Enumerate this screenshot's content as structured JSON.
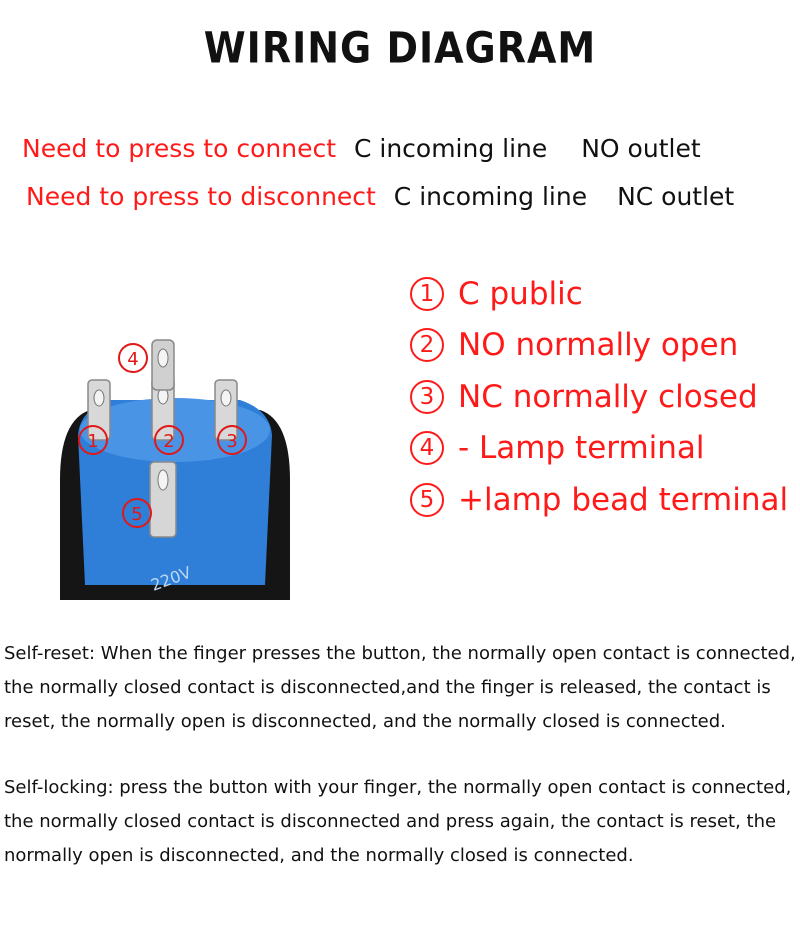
{
  "title": "WIRING DIAGRAM",
  "rules": [
    {
      "condition": "Need to press to connect",
      "incoming": "C incoming line",
      "outlet": "NO outlet"
    },
    {
      "condition": "Need to press to disconnect",
      "incoming": "C incoming line",
      "outlet": "NC outlet"
    }
  ],
  "legend": [
    {
      "num": "1",
      "label": "C public"
    },
    {
      "num": "2",
      "label": "NO normally open"
    },
    {
      "num": "3",
      "label": "NC normally closed"
    },
    {
      "num": "4",
      "label": "- Lamp terminal"
    },
    {
      "num": "5",
      "label": "+lamp bead terminal"
    }
  ],
  "photo": {
    "markers": [
      "4",
      "1",
      "2",
      "3",
      "5"
    ],
    "voltage_label": "220V"
  },
  "paragraphs": {
    "self_reset": "Self-reset: When the finger presses the button, the normally open contact is connected, the normally closed contact is disconnected,and the finger is released, the contact is reset, the normally open is disconnected, and the normally closed is connected.",
    "self_locking": "Self-locking: press the button with your finger, the normally open contact is connected, the normally closed contact is disconnected and press again, the contact is reset, the normally open is disconnected, and the normally closed is connected."
  },
  "colors": {
    "accent_red": "#ff1a1a",
    "body_blue": "#2f7fd8",
    "housing_black": "#151515"
  }
}
